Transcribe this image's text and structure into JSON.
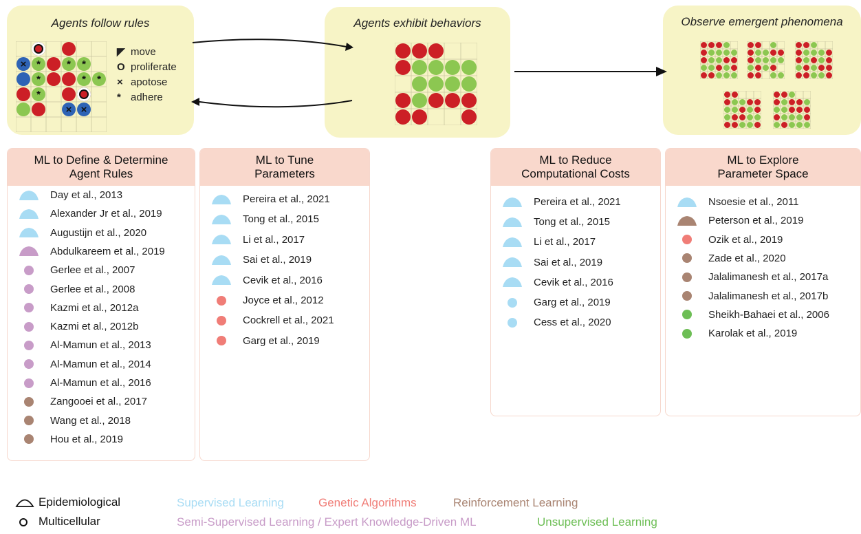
{
  "colors": {
    "stage_bg": "#f7f4c6",
    "panel_header": "#f9d8cc",
    "panel_border": "#f6d7cc",
    "red_cell": "#cc1f26",
    "green_cell": "#8cc751",
    "blue_cell": "#2e63b5",
    "supervised": "#a8dcf4",
    "genetic": "#f07d77",
    "reinforcement": "#a98472",
    "semi_supervised": "#c89cc8",
    "unsupervised": "#6dbe55"
  },
  "stages": {
    "rules_title": "Agents follow rules",
    "behaviors_title": "Agents exhibit behaviors",
    "emergent_title": "Observe emergent phenomena"
  },
  "rule_legend": [
    {
      "symbol": "◤",
      "label": "move"
    },
    {
      "symbol": "O",
      "label": "proliferate"
    },
    {
      "symbol": "×",
      "label": "apotose"
    },
    {
      "symbol": "*",
      "label": "adhere"
    }
  ],
  "panels": [
    {
      "title_line1": "ML to Define & Determine",
      "title_line2": "Agent Rules",
      "entries": [
        {
          "label": "Day et al., 2013",
          "marker": "mount",
          "color": "supervised"
        },
        {
          "label": "Alexander Jr et al., 2019",
          "marker": "mount",
          "color": "supervised"
        },
        {
          "label": "Augustijn et al., 2020",
          "marker": "mount",
          "color": "supervised"
        },
        {
          "label": "Abdulkareem et al., 2019",
          "marker": "mount",
          "color": "semi_supervised"
        },
        {
          "label": "Gerlee et al., 2007",
          "marker": "dot",
          "color": "semi_supervised"
        },
        {
          "label": "Gerlee et al., 2008",
          "marker": "dot",
          "color": "semi_supervised"
        },
        {
          "label": "Kazmi et al., 2012a",
          "marker": "dot",
          "color": "semi_supervised"
        },
        {
          "label": "Kazmi et al., 2012b",
          "marker": "dot",
          "color": "semi_supervised"
        },
        {
          "label": "Al-Mamun et al., 2013",
          "marker": "dot",
          "color": "semi_supervised"
        },
        {
          "label": "Al-Mamun et al., 2014",
          "marker": "dot",
          "color": "semi_supervised"
        },
        {
          "label": "Al-Mamun et al., 2016",
          "marker": "dot",
          "color": "semi_supervised"
        },
        {
          "label": "Zangooei et al., 2017",
          "marker": "dot",
          "color": "reinforcement"
        },
        {
          "label": "Wang et al., 2018",
          "marker": "dot",
          "color": "reinforcement"
        },
        {
          "label": "Hou et al., 2019",
          "marker": "dot",
          "color": "reinforcement"
        }
      ]
    },
    {
      "title_line1": "ML to Tune",
      "title_line2": "Parameters",
      "entries": [
        {
          "label": "Pereira et al., 2021",
          "marker": "mount",
          "color": "supervised"
        },
        {
          "label": "Tong et al., 2015",
          "marker": "mount",
          "color": "supervised"
        },
        {
          "label": "Li et al., 2017",
          "marker": "mount",
          "color": "supervised"
        },
        {
          "label": "Sai et al., 2019",
          "marker": "mount",
          "color": "supervised"
        },
        {
          "label": "Cevik et al., 2016",
          "marker": "mount",
          "color": "supervised"
        },
        {
          "label": "Joyce et al., 2012",
          "marker": "dot",
          "color": "genetic"
        },
        {
          "label": "Cockrell et al., 2021",
          "marker": "dot",
          "color": "genetic"
        },
        {
          "label": "Garg et al., 2019",
          "marker": "dot",
          "color": "genetic"
        }
      ]
    },
    {
      "title_line1": "ML to Reduce",
      "title_line2": "Computational Costs",
      "entries": [
        {
          "label": "Pereira et al., 2021",
          "marker": "mount",
          "color": "supervised"
        },
        {
          "label": "Tong et al., 2015",
          "marker": "mount",
          "color": "supervised"
        },
        {
          "label": "Li et al., 2017",
          "marker": "mount",
          "color": "supervised"
        },
        {
          "label": "Sai et al., 2019",
          "marker": "mount",
          "color": "supervised"
        },
        {
          "label": "Cevik et al., 2016",
          "marker": "mount",
          "color": "supervised"
        },
        {
          "label": "Garg et al., 2019",
          "marker": "dot",
          "color": "supervised"
        },
        {
          "label": "Cess et al., 2020",
          "marker": "dot",
          "color": "supervised"
        }
      ]
    },
    {
      "title_line1": "ML to Explore",
      "title_line2": "Parameter Space",
      "entries": [
        {
          "label": "Nsoesie et al., 2011",
          "marker": "mount",
          "color": "supervised"
        },
        {
          "label": "Peterson et al., 2019",
          "marker": "mount",
          "color": "reinforcement"
        },
        {
          "label": "Ozik et al., 2019",
          "marker": "dot",
          "color": "genetic"
        },
        {
          "label": "Zade et al., 2020",
          "marker": "dot",
          "color": "reinforcement"
        },
        {
          "label": "Jalalimanesh et al., 2017a",
          "marker": "dot",
          "color": "reinforcement"
        },
        {
          "label": "Jalalimanesh et al., 2017b",
          "marker": "dot",
          "color": "reinforcement"
        },
        {
          "label": "Sheikh-Bahaei et al., 2006",
          "marker": "dot",
          "color": "unsupervised"
        },
        {
          "label": "Karolak et al., 2019",
          "marker": "dot",
          "color": "unsupervised"
        }
      ]
    }
  ],
  "model_legend": {
    "epidemiological": "Epidemiological",
    "multicellular": "Multicellular"
  },
  "method_legend": {
    "supervised": "Supervised Learning",
    "genetic": "Genetic Algorithms",
    "reinforcement": "Reinforcement Learning",
    "semi_supervised": "Semi-Supervised Learning / Expert Knowledge-Driven ML",
    "unsupervised": "Unsupervised Learning"
  }
}
